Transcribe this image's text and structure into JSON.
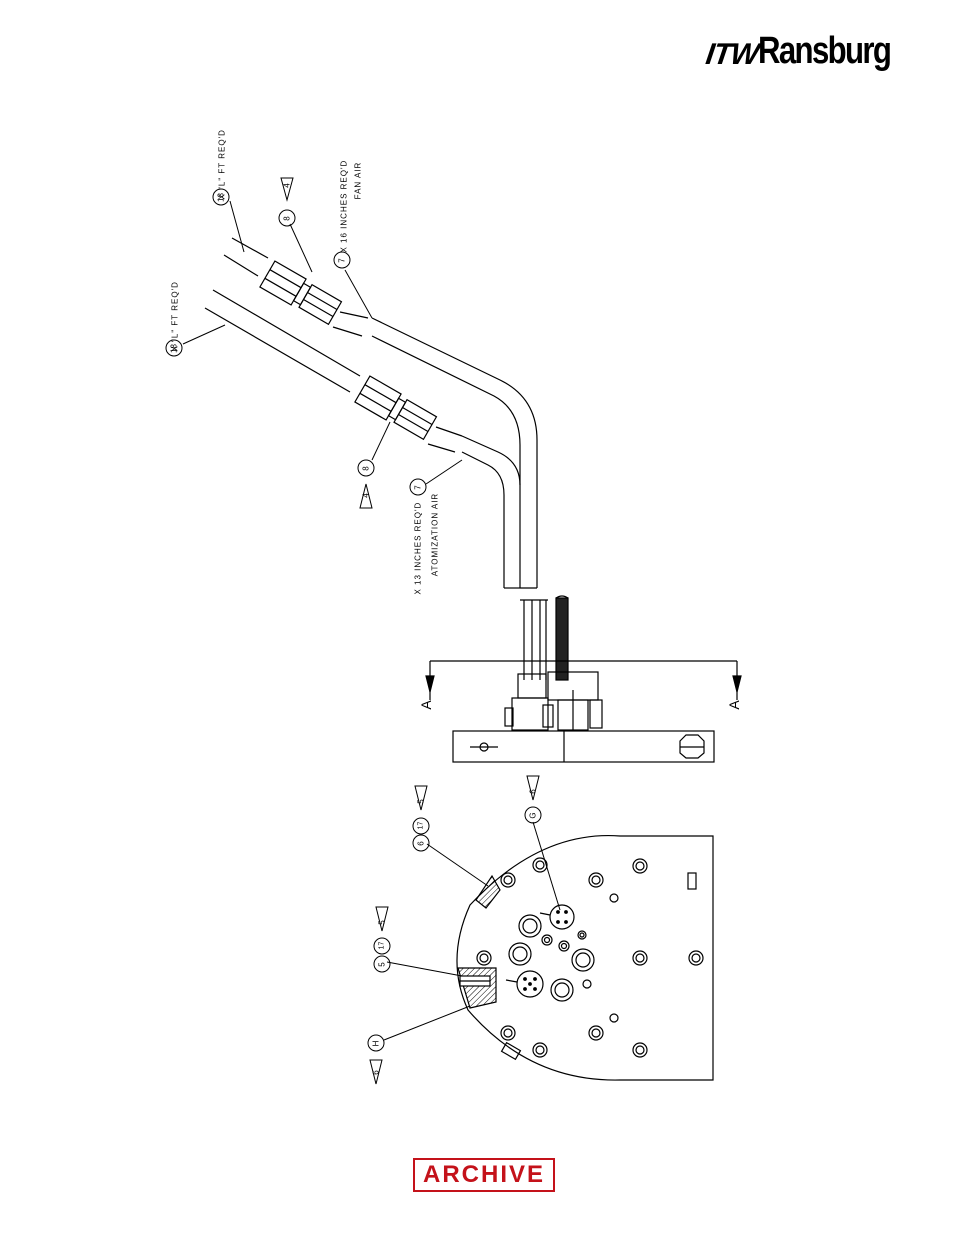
{
  "logo": {
    "prefix": "ITW",
    "brand": "Ransburg"
  },
  "stamp": {
    "text": "ARCHIVE"
  },
  "callouts": {
    "hose_top": {
      "num": "18",
      "text": "X \"L\" FT REQ'D"
    },
    "hose_bottom": {
      "num": "18",
      "text": "X \"L\" FT REQ'D"
    },
    "fitting_top": {
      "num": "8",
      "note": "4"
    },
    "fitting_bottom": {
      "num": "8",
      "note": "4"
    },
    "tube_fan": {
      "num": "7",
      "line1": "X 16 INCHES REQ'D",
      "line2": "FAN AIR"
    },
    "tube_atom": {
      "num": "7",
      "line1": "X 13 INCHES REQ'D",
      "line2": "ATOMIZATION AIR"
    },
    "section": {
      "letter": "A"
    },
    "view_g": {
      "letter": "G",
      "note": "6"
    },
    "detail_6_17": {
      "num1": "6",
      "num2": "17",
      "note": "5"
    },
    "detail_5_17": {
      "num1": "5",
      "num2": "17",
      "note": "5"
    },
    "view_h": {
      "letter": "H",
      "note": "6"
    }
  },
  "colors": {
    "ink": "#000000",
    "archive": "#c4121a"
  }
}
